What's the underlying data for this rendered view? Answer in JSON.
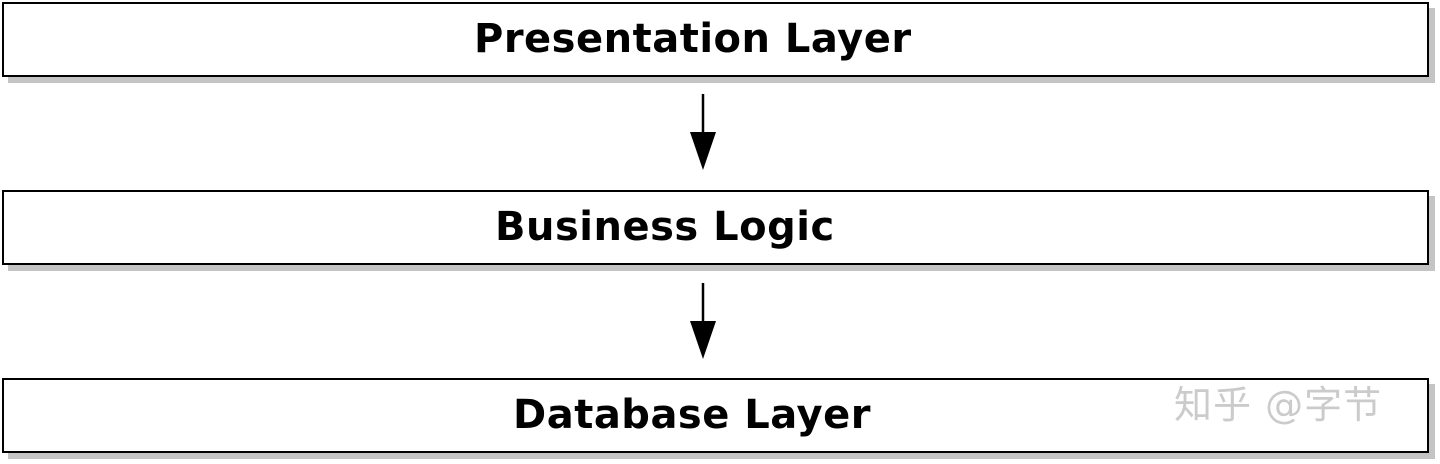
{
  "diagram": {
    "layers": [
      {
        "label": "Presentation Layer"
      },
      {
        "label": "Business Logic"
      },
      {
        "label": "Database Layer"
      }
    ],
    "arrows": [
      {
        "from": "Presentation Layer",
        "to": "Business Logic"
      },
      {
        "from": "Business Logic",
        "to": "Database Layer"
      }
    ],
    "watermark": "知乎 @字节"
  },
  "colors": {
    "stroke": "#000000",
    "box_fill": "#ffffff",
    "shadow": "#c4c4c4"
  }
}
